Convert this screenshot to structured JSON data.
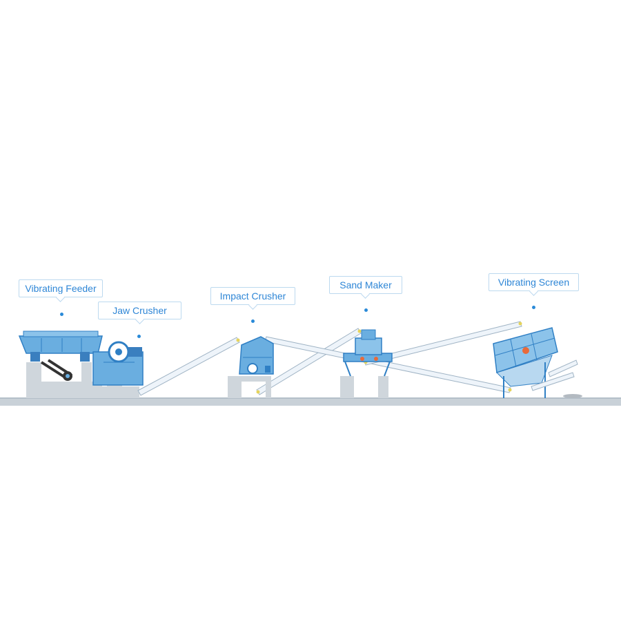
{
  "diagram": {
    "labels": {
      "vibrating_feeder": "Vibrating Feeder",
      "jaw_crusher": "Jaw Crusher",
      "impact_crusher": "Impact Crusher",
      "sand_maker": "Sand Maker",
      "vibrating_screen": "Vibrating Screen"
    },
    "colors": {
      "machine": "#6aaee0",
      "machine_dark": "#2f7fc4",
      "foundation": "#cfd6dc",
      "ground": "#c9d1d8",
      "belt": "#eef4fa",
      "belt_edge": "#9fb3c4",
      "label_text": "#2e86d6"
    }
  }
}
